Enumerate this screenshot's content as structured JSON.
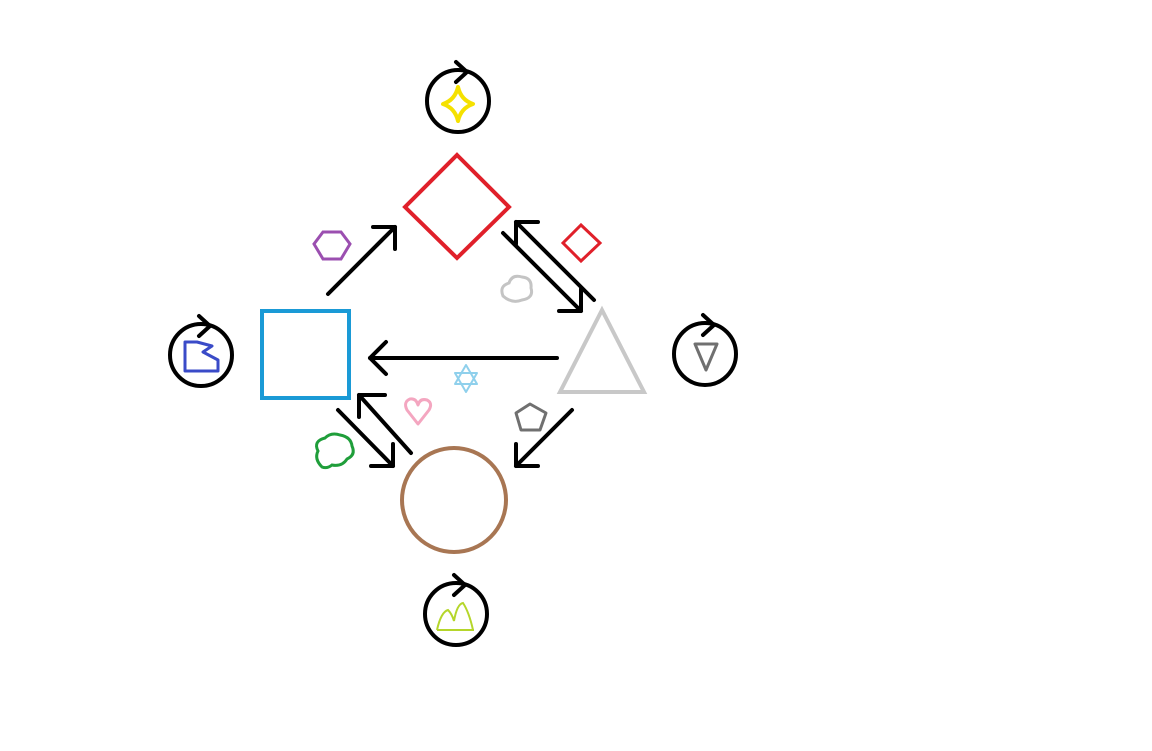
{
  "diagram": {
    "type": "state-transition",
    "states": [
      {
        "id": "diamond",
        "shape": "diamond",
        "color": "#e0202a"
      },
      {
        "id": "square",
        "shape": "square",
        "color": "#1a9ad6"
      },
      {
        "id": "triangle",
        "shape": "triangle",
        "color": "#c8c8c8"
      },
      {
        "id": "circle",
        "shape": "circle",
        "color": "#a87653"
      }
    ],
    "self_loops": [
      {
        "state": "diamond",
        "label_icon": "sparkle-icon",
        "icon_color": "#f5e100"
      },
      {
        "state": "square",
        "label_icon": "bent-shape-icon",
        "icon_color": "#3a4bc8"
      },
      {
        "state": "triangle",
        "label_icon": "down-triangle-icon",
        "icon_color": "#707070"
      },
      {
        "state": "circle",
        "label_icon": "mountains-icon",
        "icon_color": "#b5d62b"
      }
    ],
    "transitions": [
      {
        "from": "square",
        "to": "diamond",
        "label_icon": "hexagon-icon",
        "icon_color": "#9b4fb0"
      },
      {
        "from": "diamond",
        "to": "triangle",
        "label_icon": "cloud-icon",
        "icon_color": "#c4c4c4"
      },
      {
        "from": "triangle",
        "to": "diamond",
        "label_icon": "small-diamond-icon",
        "icon_color": "#e0202a"
      },
      {
        "from": "triangle",
        "to": "square",
        "label_icon": "six-point-star-icon",
        "icon_color": "#8fd0ec"
      },
      {
        "from": "circle",
        "to": "square",
        "label_icon": "heart-icon",
        "icon_color": "#f4a6c0"
      },
      {
        "from": "square",
        "to": "circle",
        "label_icon": "bush-icon",
        "icon_color": "#1f9e3a"
      },
      {
        "from": "triangle",
        "to": "circle",
        "label_icon": "pentagon-icon",
        "icon_color": "#707070"
      }
    ]
  }
}
